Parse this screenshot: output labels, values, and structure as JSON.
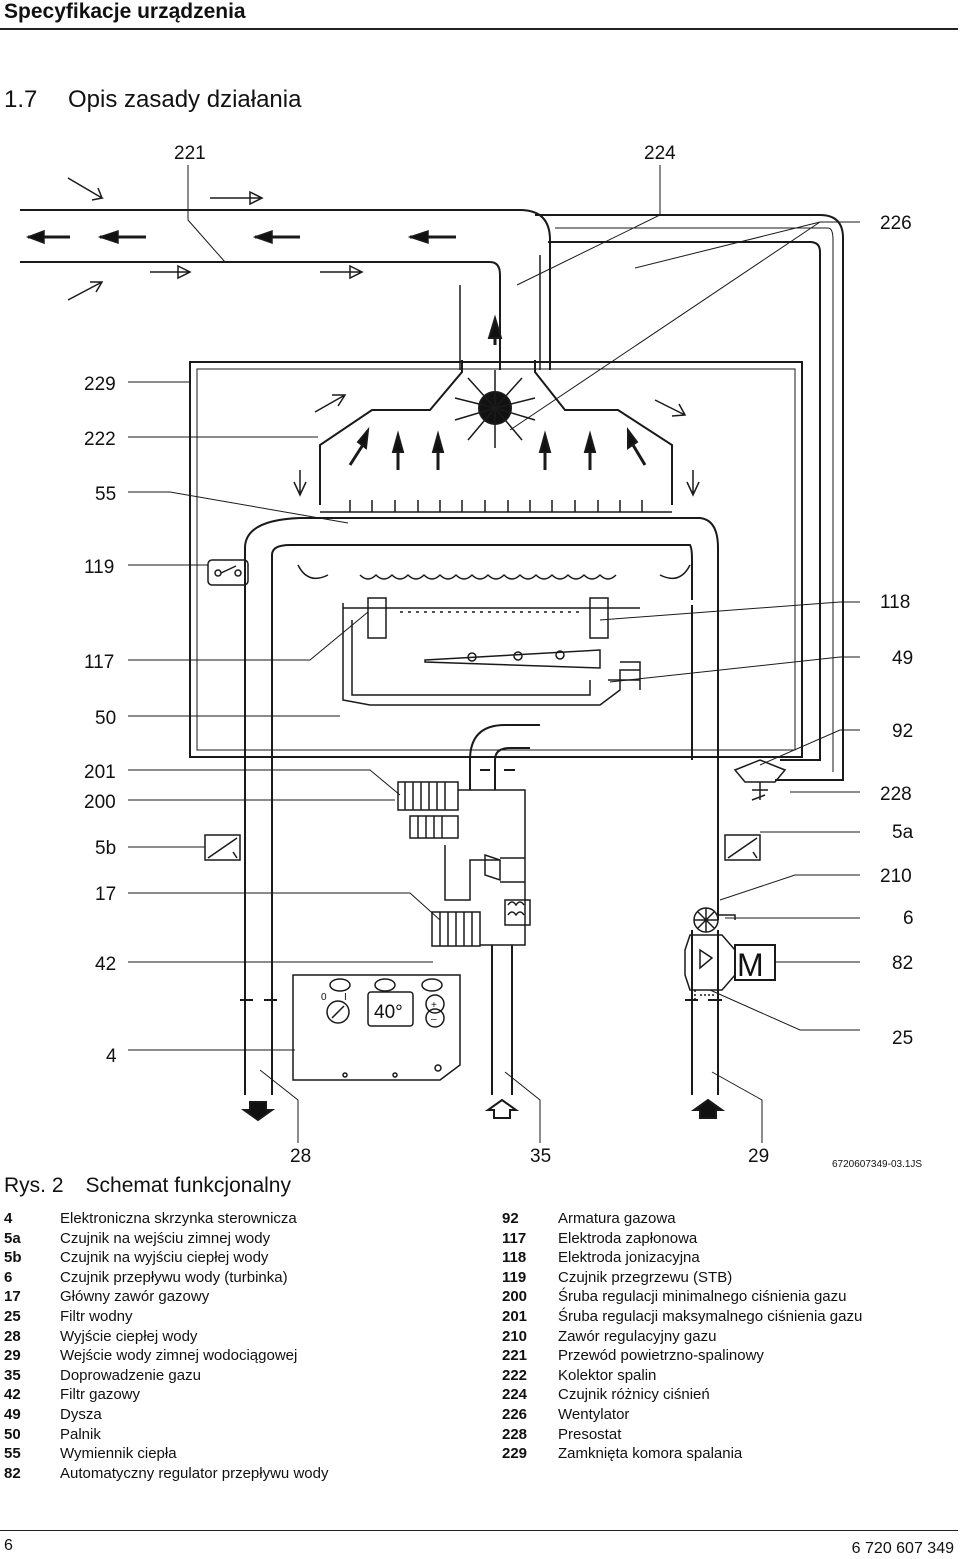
{
  "header": {
    "title": "Specyfikacje urządzenia"
  },
  "section": {
    "number": "1.7",
    "title": "Opis zasady działania"
  },
  "diagram": {
    "callouts_top": [
      "221",
      "224",
      "226"
    ],
    "callouts_left": [
      "229",
      "222",
      "55",
      "119",
      "117",
      "50",
      "201",
      "200",
      "5b",
      "17",
      "42",
      "4"
    ],
    "callouts_right": [
      "118",
      "49",
      "92",
      "228",
      "5a",
      "210",
      "6",
      "82",
      "25"
    ],
    "callouts_bottom": [
      "28",
      "35",
      "29"
    ],
    "drawing_code": "6720607349-03.1JS",
    "display_value": "40°",
    "motor_label": "M",
    "switch_labels": [
      "0",
      "I"
    ],
    "button_labels": [
      "+",
      "–"
    ]
  },
  "caption": {
    "prefix": "Rys. 2",
    "text": "Schemat funkcjonalny"
  },
  "legend_left": [
    {
      "key": "4",
      "text": "Elektroniczna skrzynka sterownicza"
    },
    {
      "key": "5a",
      "text": "Czujnik na wejściu zimnej wody"
    },
    {
      "key": "5b",
      "text": "Czujnik na wyjściu ciepłej wody"
    },
    {
      "key": "6",
      "text": "Czujnik przepływu wody (turbinka)"
    },
    {
      "key": "17",
      "text": "Główny zawór gazowy"
    },
    {
      "key": "25",
      "text": "Filtr wodny"
    },
    {
      "key": "28",
      "text": "Wyjście ciepłej wody"
    },
    {
      "key": "29",
      "text": "Wejście wody zimnej wodociągowej"
    },
    {
      "key": "35",
      "text": "Doprowadzenie gazu"
    },
    {
      "key": "42",
      "text": "Filtr gazowy"
    },
    {
      "key": "49",
      "text": "Dysza"
    },
    {
      "key": "50",
      "text": "Palnik"
    },
    {
      "key": "55",
      "text": "Wymiennik ciepła"
    },
    {
      "key": "82",
      "text": "Automatyczny regulator przepływu wody"
    }
  ],
  "legend_right": [
    {
      "key": "92",
      "text": "Armatura gazowa"
    },
    {
      "key": "117",
      "text": "Elektroda zapłonowa"
    },
    {
      "key": "118",
      "text": "Elektroda jonizacyjna"
    },
    {
      "key": "119",
      "text": "Czujnik przegrzewu (STB)"
    },
    {
      "key": "200",
      "text": "Śruba regulacji minimalnego ciśnienia gazu"
    },
    {
      "key": "201",
      "text": "Śruba regulacji maksymalnego ciśnienia gazu"
    },
    {
      "key": "210",
      "text": "Zawór regulacyjny gazu"
    },
    {
      "key": "221",
      "text": "Przewód powietrzno-spalinowy"
    },
    {
      "key": "222",
      "text": "Kolektor spalin"
    },
    {
      "key": "224",
      "text": "Czujnik różnicy ciśnień"
    },
    {
      "key": "226",
      "text": "Wentylator"
    },
    {
      "key": "228",
      "text": "Presostat"
    },
    {
      "key": "229",
      "text": "Zamknięta komora spalania"
    }
  ],
  "footer": {
    "page": "6",
    "doc_number": "6 720 607 349"
  }
}
